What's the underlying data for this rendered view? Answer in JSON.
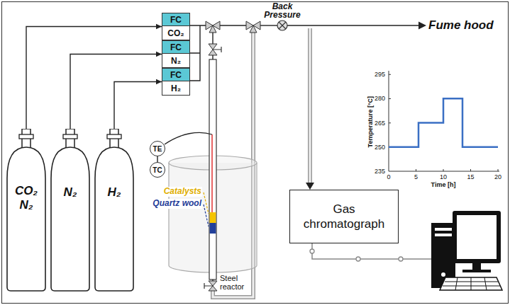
{
  "diagram": {
    "nodes": [
      {
        "text": [
          "CO₂ N₂"
        ]
      },
      {
        "text": [
          "N₂"
        ]
      },
      {
        "text": [
          "H₂"
        ]
      },
      {
        "text": [
          "FC",
          "CO₂"
        ]
      },
      {
        "text": [
          "FC",
          "N₂"
        ]
      },
      {
        "text": [
          "FC",
          "H₂"
        ]
      },
      {
        "text": [
          "TE"
        ]
      },
      {
        "text": [
          "TC"
        ]
      },
      {
        "text": [
          "Gas chromatograph"
        ]
      }
    ],
    "edges": [
      {
        "from": 0,
        "to": 3,
        "arrow": "to"
      },
      {
        "from": 1,
        "to": 4,
        "arrow": "to"
      },
      {
        "from": 2,
        "to": 5,
        "arrow": "to"
      },
      {
        "from": 6,
        "to": 7,
        "arrow": "none"
      }
    ],
    "labels": [
      "Back Pressure",
      "Fume hood",
      "Catalysts",
      "Quartz wool",
      "Steel reactor",
      "295",
      "280",
      "265",
      "250",
      "235",
      "Temperature [°C]",
      "0",
      "5",
      "10",
      "15",
      "20",
      "Time [h]"
    ]
  }
}
